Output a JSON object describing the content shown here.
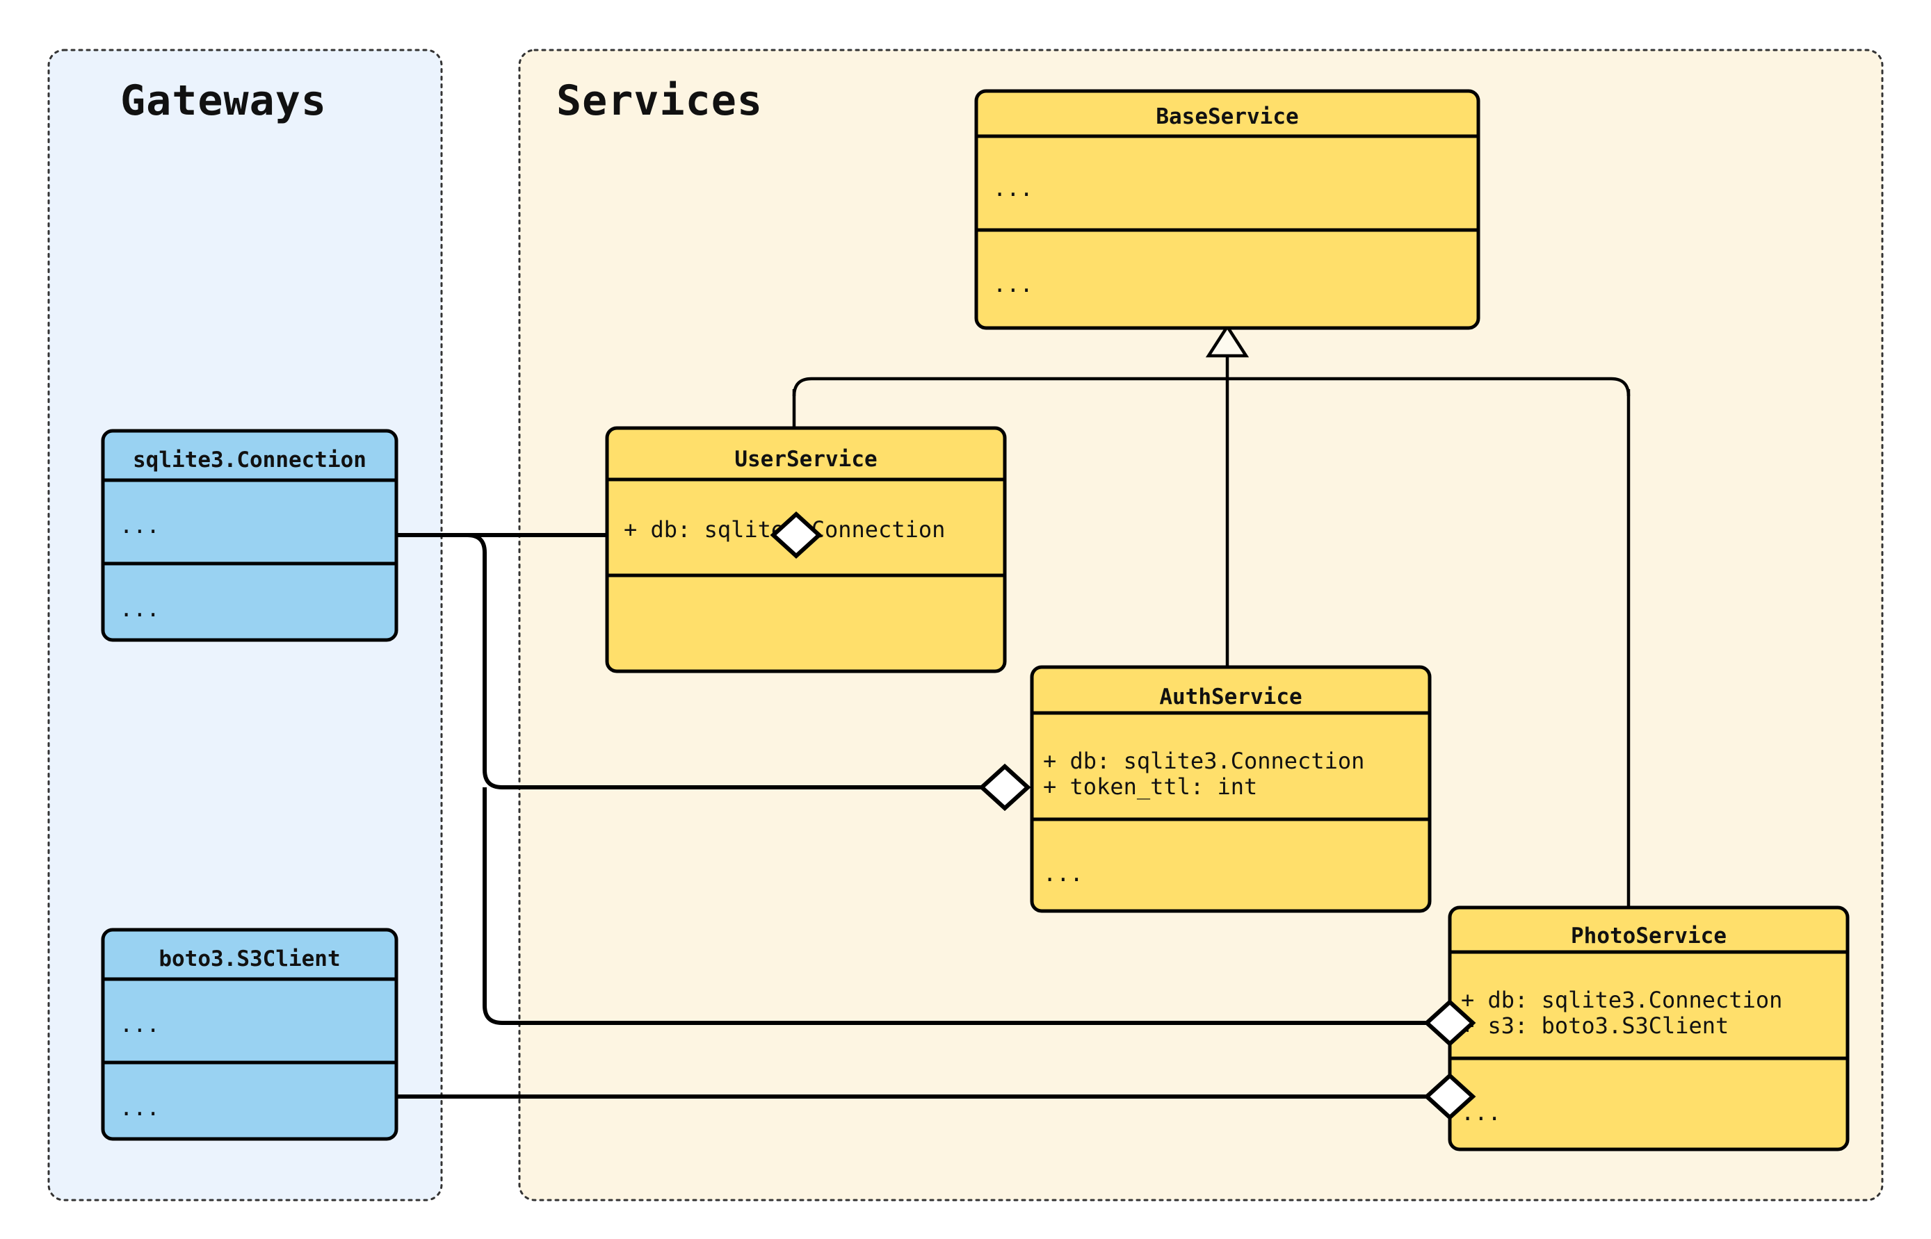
{
  "diagram": {
    "kind": "uml-class-diagram",
    "colors": {
      "gateway_package_bg": "#ebf3fd",
      "service_package_bg": "#fdf5e2",
      "gateway_class_fill": "#99d2f2",
      "service_class_fill": "#ffdf6b",
      "stroke": "#000000",
      "package_border": "#333333"
    }
  },
  "packages": [
    {
      "id": "gateways",
      "title": "Gateways"
    },
    {
      "id": "services",
      "title": "Services"
    }
  ],
  "classes": [
    {
      "id": "sqlite3_connection",
      "name": "sqlite3.Connection",
      "package": "gateways",
      "attributes": [
        "..."
      ],
      "methods": [
        "..."
      ]
    },
    {
      "id": "boto3_s3client",
      "name": "boto3.S3Client",
      "package": "gateways",
      "attributes": [
        "..."
      ],
      "methods": [
        "..."
      ]
    },
    {
      "id": "base_service",
      "name": "BaseService",
      "package": "services",
      "attributes": [
        "..."
      ],
      "methods": [
        "..."
      ]
    },
    {
      "id": "user_service",
      "name": "UserService",
      "package": "services",
      "attributes": [
        "+ db: sqlite3.Connection"
      ],
      "methods": [
        ""
      ]
    },
    {
      "id": "auth_service",
      "name": "AuthService",
      "package": "services",
      "attributes": [
        "+ db: sqlite3.Connection",
        "+ token_ttl: int"
      ],
      "methods": [
        "..."
      ]
    },
    {
      "id": "photo_service",
      "name": "PhotoService",
      "package": "services",
      "attributes": [
        "+ db: sqlite3.Connection",
        "+ s3: boto3.S3Client"
      ],
      "methods": [
        "..."
      ]
    }
  ],
  "relationships": [
    {
      "type": "inheritance",
      "from": "user_service",
      "to": "base_service"
    },
    {
      "type": "inheritance",
      "from": "auth_service",
      "to": "base_service"
    },
    {
      "type": "inheritance",
      "from": "photo_service",
      "to": "base_service"
    },
    {
      "type": "aggregation",
      "from": "user_service",
      "to": "sqlite3_connection"
    },
    {
      "type": "aggregation",
      "from": "auth_service",
      "to": "sqlite3_connection"
    },
    {
      "type": "aggregation",
      "from": "photo_service",
      "to": "sqlite3_connection"
    },
    {
      "type": "aggregation",
      "from": "photo_service",
      "to": "boto3_s3client"
    }
  ],
  "labels": {
    "gateways_title": "Gateways",
    "services_title": "Services",
    "sqlite3_name": "sqlite3.Connection",
    "sqlite3_attr": "...",
    "sqlite3_method": "...",
    "boto3_name": "boto3.S3Client",
    "boto3_attr": "...",
    "boto3_method": "...",
    "base_name": "BaseService",
    "base_attr": "...",
    "base_method": "...",
    "user_name": "UserService",
    "user_attr_0": "+ db: sqlite3.Connection",
    "auth_name": "AuthService",
    "auth_attr_0": "+ db: sqlite3.Connection",
    "auth_attr_1": "+ token_ttl: int",
    "auth_method": "...",
    "photo_name": "PhotoService",
    "photo_attr_0": "+ db: sqlite3.Connection",
    "photo_attr_1": "+ s3: boto3.S3Client",
    "photo_method": "..."
  }
}
